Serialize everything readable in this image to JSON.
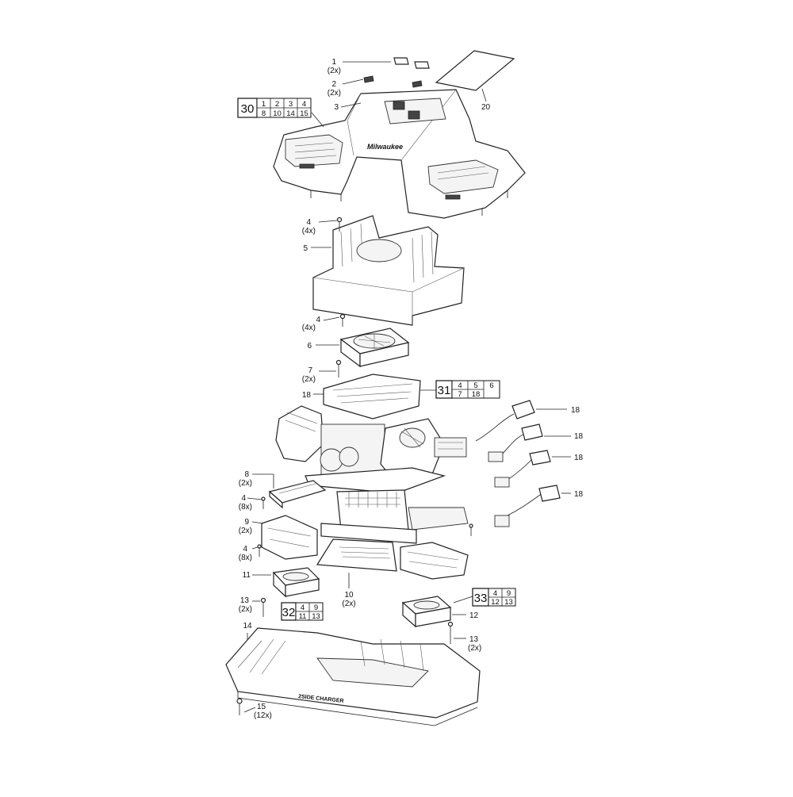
{
  "callouts": {
    "c1": {
      "num": "1",
      "qty": "(2x)"
    },
    "c2": {
      "num": "2",
      "qty": "(2x)"
    },
    "c3": {
      "num": "3"
    },
    "c20": {
      "num": "20"
    },
    "c4a": {
      "num": "4",
      "qty": "(4x)"
    },
    "c5": {
      "num": "5"
    },
    "c4b": {
      "num": "4",
      "qty": "(4x)"
    },
    "c6": {
      "num": "6"
    },
    "c7": {
      "num": "7",
      "qty": "(2x)"
    },
    "c18a": {
      "num": "18"
    },
    "c18b": {
      "num": "18"
    },
    "c18c": {
      "num": "18"
    },
    "c18d": {
      "num": "18"
    },
    "c18e": {
      "num": "18"
    },
    "c8": {
      "num": "8",
      "qty": "(2x)"
    },
    "c4c": {
      "num": "4",
      "qty": "(8x)"
    },
    "c9": {
      "num": "9",
      "qty": "(2x)"
    },
    "c4d": {
      "num": "4",
      "qty": "(8x)"
    },
    "c11": {
      "num": "11"
    },
    "c10": {
      "num": "10",
      "qty": "(2x)"
    },
    "c13a": {
      "num": "13",
      "qty": "(2x)"
    },
    "c12": {
      "num": "12"
    },
    "c13b": {
      "num": "13",
      "qty": "(2x)"
    },
    "c14": {
      "num": "14"
    },
    "c15": {
      "num": "15",
      "qty": "(12x)"
    }
  },
  "kits": {
    "k30": {
      "id": "30",
      "top": [
        "1",
        "2",
        "3",
        "4"
      ],
      "bottom": [
        "8",
        "10",
        "14",
        "15"
      ]
    },
    "k31": {
      "id": "31",
      "top": [
        "4",
        "5",
        "6"
      ],
      "bottom": [
        "7",
        "18"
      ]
    },
    "k32": {
      "id": "32",
      "top": [
        "4",
        "9"
      ],
      "bottom": [
        "11",
        "13"
      ]
    },
    "k33": {
      "id": "33",
      "top": [
        "4",
        "9"
      ],
      "bottom": [
        "12",
        "13"
      ]
    }
  },
  "product_marks": {
    "housing_brand": "Milwaukee",
    "base_text": "2SIDE CHARGER"
  },
  "icons": [
    "top-housing-icon",
    "fan-icon",
    "circuit-board-icon",
    "power-cord-icon",
    "base-tray-icon",
    "screw-icon"
  ]
}
